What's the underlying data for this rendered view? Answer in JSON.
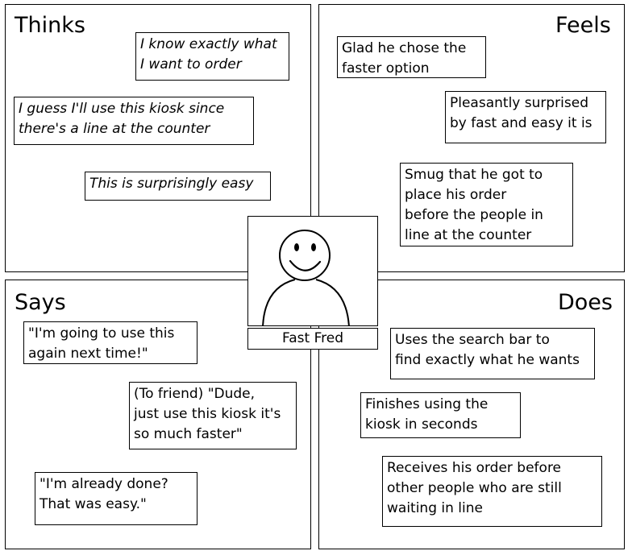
{
  "thinks": {
    "title": "Thinks",
    "notes": [
      "I know exactly what\nI want to order",
      "I guess I'll use this kiosk since\nthere's a line at the counter",
      "This is surprisingly easy"
    ]
  },
  "feels": {
    "title": "Feels",
    "notes": [
      "Glad he chose the\nfaster option",
      "Pleasantly surprised\nby fast and easy it is",
      "Smug that he got to\nplace his order\nbefore the people in\nline at the counter"
    ]
  },
  "says": {
    "title": "Says",
    "notes": [
      "\"I'm going to use this\nagain next time!\"",
      "(To friend) \"Dude,\njust use this kiosk it's\nso much faster\"",
      "\"I'm already done?\nThat was easy.\""
    ]
  },
  "does": {
    "title": "Does",
    "notes": [
      "Uses the search bar to\nfind exactly what he wants",
      "Finishes using the\nkiosk in seconds",
      "Receives his order before\nother people who are still\nwaiting in line"
    ]
  },
  "persona": {
    "name": "Fast Fred",
    "icon": "smiley-face-icon"
  }
}
